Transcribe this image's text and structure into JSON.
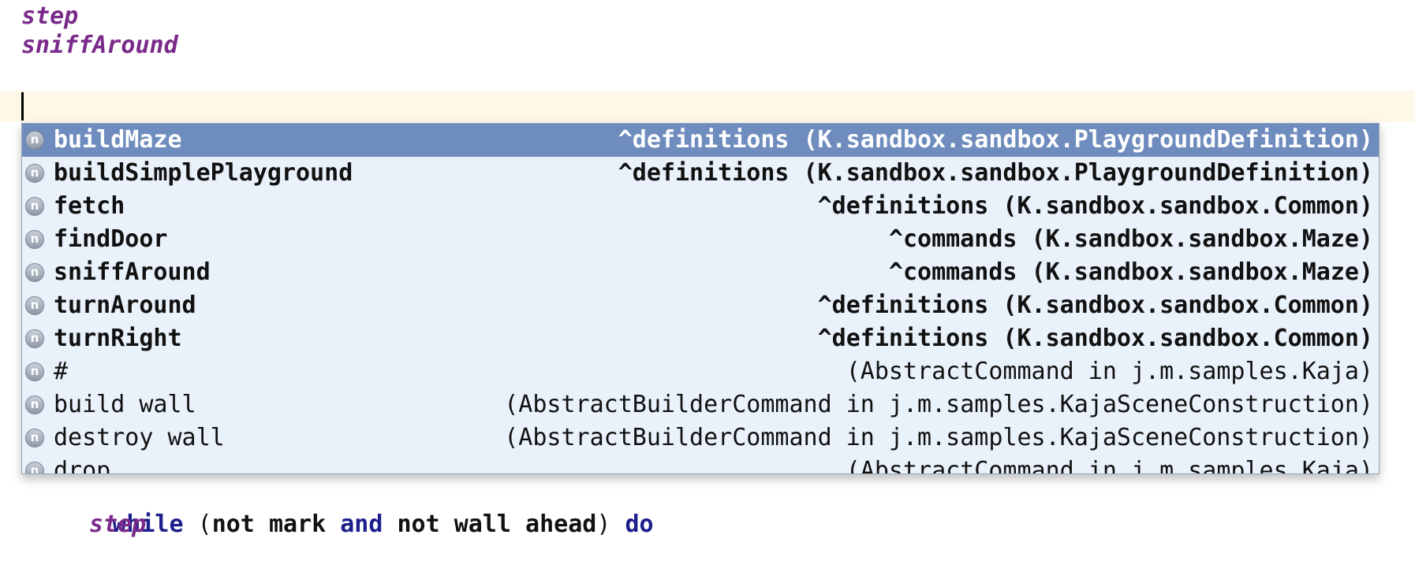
{
  "editor": {
    "lines_above": [
      "step",
      "sniffAround"
    ],
    "lines_below": {
      "while_kw": "while",
      "paren_open": "(",
      "not1": "not",
      "mark": "mark",
      "and_kw": "and",
      "not2": "not",
      "wall_ahead": "wall ahead",
      "paren_close": ")",
      "do_kw": "do",
      "step2": "step"
    }
  },
  "completion": {
    "icon_glyph": "n",
    "items": [
      {
        "name": "buildMaze",
        "type": "^definitions (K.sandbox.sandbox.PlaygroundDefinition)",
        "bold": true,
        "selected": true
      },
      {
        "name": "buildSimplePlayground",
        "type": "^definitions (K.sandbox.sandbox.PlaygroundDefinition)",
        "bold": true,
        "selected": false
      },
      {
        "name": "fetch",
        "type": "^definitions (K.sandbox.sandbox.Common)",
        "bold": true,
        "selected": false
      },
      {
        "name": "findDoor",
        "type": "^commands (K.sandbox.sandbox.Maze)",
        "bold": true,
        "selected": false
      },
      {
        "name": "sniffAround",
        "type": "^commands (K.sandbox.sandbox.Maze)",
        "bold": true,
        "selected": false
      },
      {
        "name": "turnAround",
        "type": "^definitions (K.sandbox.sandbox.Common)",
        "bold": true,
        "selected": false
      },
      {
        "name": "turnRight",
        "type": "^definitions (K.sandbox.sandbox.Common)",
        "bold": true,
        "selected": false
      },
      {
        "name": "#",
        "type": "(AbstractCommand in j.m.samples.Kaja)",
        "bold": false,
        "selected": false
      },
      {
        "name": "build wall",
        "type": "(AbstractBuilderCommand in j.m.samples.KajaSceneConstruction)",
        "bold": false,
        "selected": false
      },
      {
        "name": "destroy wall",
        "type": "(AbstractBuilderCommand in j.m.samples.KajaSceneConstruction)",
        "bold": false,
        "selected": false
      },
      {
        "name": "drop",
        "type": "(AbstractCommand in j.m.samples.Kaja)",
        "bold": false,
        "selected": false
      }
    ]
  }
}
